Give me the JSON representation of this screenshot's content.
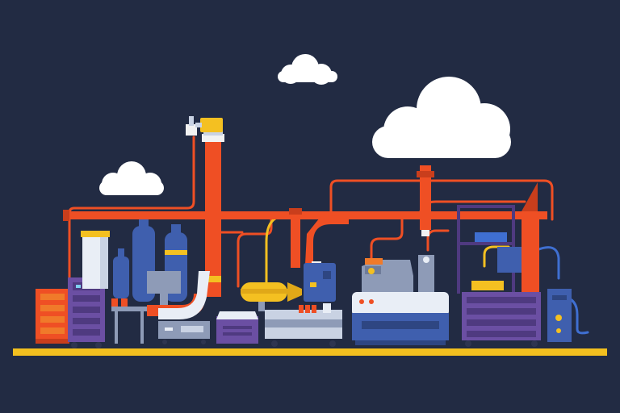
{
  "scene": {
    "background": "#222b43",
    "palette": {
      "pipe_orange": "#ef4f24",
      "pipe_orange_dark": "#c93e1c",
      "cloud": "#ffffff",
      "floor": "#f2bf1f",
      "purple": "#6b4fa3",
      "purple_dark": "#4f3a80",
      "blue": "#3f5fae",
      "blue_dark": "#2e4682",
      "steel": "#c9d2e3",
      "steel_dark": "#8e9bb7",
      "yellow": "#f4c021",
      "accent_orange": "#f07a2a"
    },
    "icons": [
      "cloud-icon",
      "pipe-network",
      "storage-tanks",
      "gas-cylinders",
      "control-cabinet",
      "drill-press",
      "compressor",
      "conveyor-machine",
      "server-rack",
      "meter-box"
    ]
  }
}
